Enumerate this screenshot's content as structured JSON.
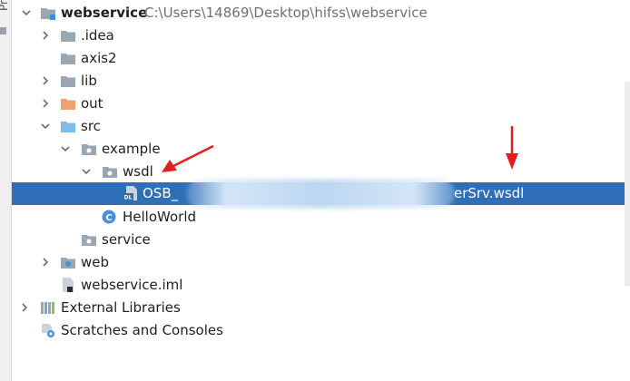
{
  "tool_window": {
    "side_label": "Pr"
  },
  "tree": {
    "root": {
      "name": "webservice",
      "path": "C:\\Users\\14869\\Desktop\\hifss\\webservice"
    },
    "items": {
      "idea": {
        "label": ".idea"
      },
      "axis2": {
        "label": "axis2"
      },
      "lib": {
        "label": "lib"
      },
      "out": {
        "label": "out"
      },
      "src": {
        "label": "src"
      },
      "example": {
        "label": "example"
      },
      "wsdl": {
        "label": "wsdl"
      },
      "wsdl_file": {
        "label_start": "OSB_",
        "label_end": "erSrv.wsdl",
        "badge": "DL"
      },
      "helloworld": {
        "label": "HelloWorld",
        "badge": "C"
      },
      "service": {
        "label": "service"
      },
      "web": {
        "label": "web"
      },
      "iml": {
        "label": "webservice.iml"
      },
      "external": {
        "label": "External Libraries"
      },
      "scratches": {
        "label": "Scratches and Consoles"
      }
    }
  },
  "colors": {
    "selection": "#2f6fb8",
    "folder": "#9aa7b2",
    "folder_excluded": "#f0a26d",
    "folder_source": "#7fbce8",
    "annotation_arrow": "#e02020"
  }
}
